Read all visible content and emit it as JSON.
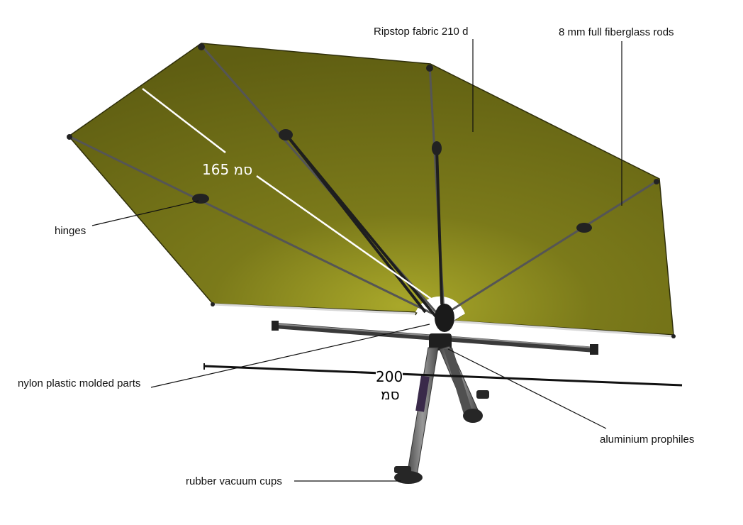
{
  "labels": {
    "fabric": "Ripstop fabric 210 d",
    "rods": "8 mm full fiberglass rods",
    "hinges": "hinges",
    "nylon": "nylon plastic molded parts",
    "aluminium": "aluminium prophiles",
    "cups": "rubber vacuum cups"
  },
  "dimensions": {
    "radius": "165 סמ",
    "width_value": "200",
    "width_unit": "סמ"
  },
  "colors": {
    "fabric": "#6b6a16",
    "fabric_light": "#8a8a1c",
    "frame": "#3a3a3a",
    "pole": "#6d6d6d"
  }
}
